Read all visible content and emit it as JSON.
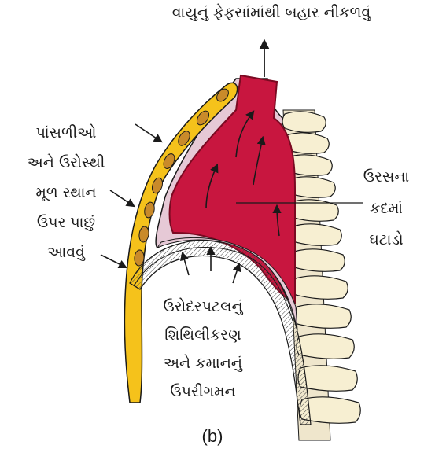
{
  "labels": {
    "air_out": "વાયુનું ફેફસાંમાંથી બહાર નીકળવું",
    "ribs_sternum": [
      "પાંસળીઓ",
      "અને ઉરોસ્થી",
      "મૂળ સ્થાન",
      "ઉપર પાછું",
      "આવવું"
    ],
    "thorax_decrease": [
      "ઉરસના",
      "કદમાં",
      "ઘટાડો"
    ],
    "diaphragm": [
      "ઉરોદરપટલનું",
      "શિથિલીકરણ",
      "અને કમાનનું",
      "ઉપરીગમન"
    ],
    "caption": "(b)"
  },
  "colors": {
    "lung": "#c8163f",
    "lung_outline": "#7a0a22",
    "pleura": "#e6c9d6",
    "ribs": "#f5c21b",
    "rib_spots": "#c98a2a",
    "vertebrae": "#f7efd2",
    "outline": "#1a1a1a"
  },
  "icons": [
    "arrow-up-icon",
    "arrow-diagonal-icon",
    "arrow-inward-icon"
  ]
}
